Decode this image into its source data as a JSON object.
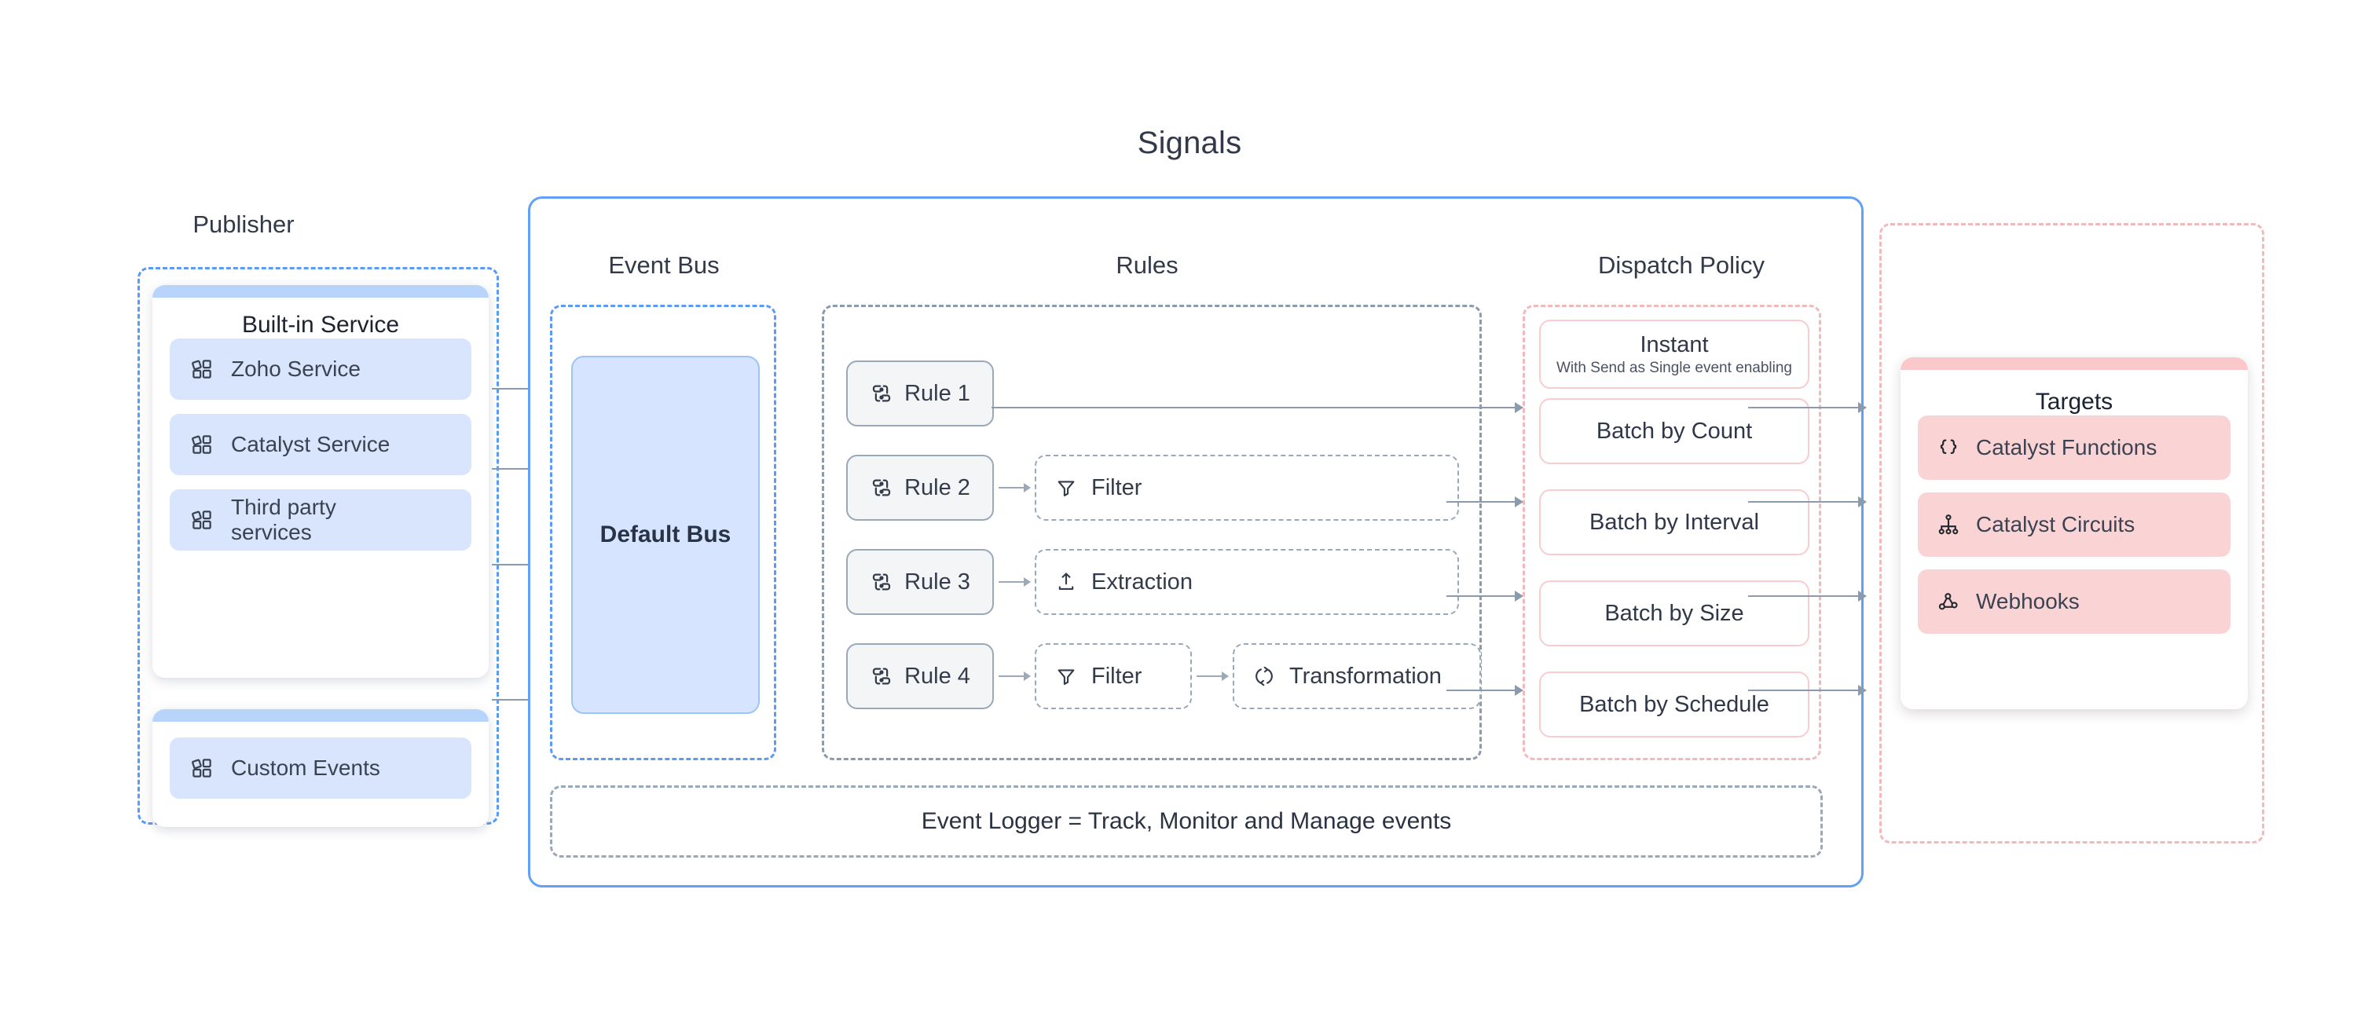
{
  "diagram": {
    "title": "Signals",
    "headers": {
      "publisher": "Publisher",
      "event_bus": "Event Bus",
      "rules": "Rules",
      "dispatch_policy": "Dispatch Policy"
    }
  },
  "publisher": {
    "label": "Publisher",
    "builtin_card": {
      "title": "Built-in Service",
      "items": [
        {
          "label": "Zoho Service",
          "icon": "apps-grid-icon"
        },
        {
          "label": "Catalyst Service",
          "icon": "apps-grid-icon"
        },
        {
          "label": "Third party\nservices",
          "icon": "apps-grid-icon"
        }
      ]
    },
    "custom_card": {
      "items": [
        {
          "label": "Custom Events",
          "icon": "apps-grid-icon"
        }
      ]
    }
  },
  "event_bus": {
    "label": "Event Bus",
    "bus_name": "Default Bus"
  },
  "rules": {
    "label": "Rules",
    "rows": [
      {
        "name": "Rule 1",
        "icon": "rule-link-icon",
        "stages": []
      },
      {
        "name": "Rule 2",
        "icon": "rule-link-icon",
        "stages": [
          {
            "label": "Filter",
            "icon": "filter-icon"
          }
        ]
      },
      {
        "name": "Rule 3",
        "icon": "rule-link-icon",
        "stages": [
          {
            "label": "Extraction",
            "icon": "extraction-upload-icon"
          }
        ]
      },
      {
        "name": "Rule 4",
        "icon": "rule-link-icon",
        "stages": [
          {
            "label": "Filter",
            "icon": "filter-icon"
          },
          {
            "label": "Transformation",
            "icon": "transformation-refresh-icon"
          }
        ]
      }
    ]
  },
  "dispatch_policy": {
    "label": "Dispatch Policy",
    "items": [
      {
        "label": "Instant",
        "sublabel": "With Send as Single event enabling"
      },
      {
        "label": "Batch by Count",
        "sublabel": ""
      },
      {
        "label": "Batch by Interval",
        "sublabel": ""
      },
      {
        "label": "Batch by Size",
        "sublabel": ""
      },
      {
        "label": "Batch by Schedule",
        "sublabel": ""
      }
    ]
  },
  "targets": {
    "title": "Targets",
    "items": [
      {
        "label": "Catalyst Functions",
        "icon": "curly-braces-icon"
      },
      {
        "label": "Catalyst Circuits",
        "icon": "hierarchy-tree-icon"
      },
      {
        "label": "Webhooks",
        "icon": "webhook-icon"
      }
    ]
  },
  "event_logger": {
    "text": "Event Logger = Track, Monitor and Manage events"
  },
  "colors": {
    "blue_accent": "#5b9bf3",
    "blue_fill": "#d6e4ff",
    "blue_chip": "#d8e5fd",
    "pink_accent": "#f2b9bd",
    "pink_fill": "#fad4d4",
    "gray_border": "#9aa8b8",
    "text": "#2d3748"
  }
}
